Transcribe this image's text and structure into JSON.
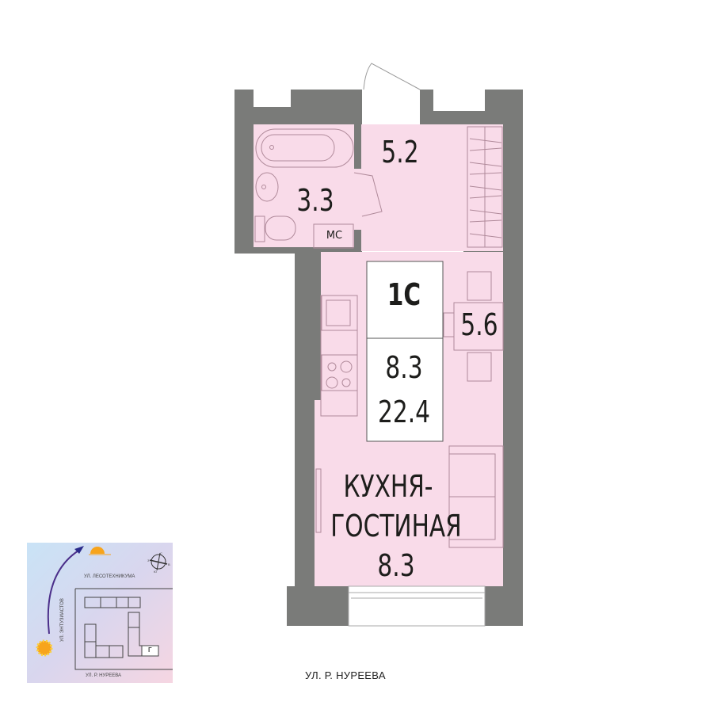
{
  "plan": {
    "type_label": "1С",
    "living_area": "8.3",
    "total_area": "22.4",
    "rooms": {
      "bathroom_area": "3.3",
      "hall_area": "5.2",
      "dining_area": "5.6",
      "kitchen_living_name_line1": "КУХНЯ-",
      "kitchen_living_name_line2": "ГОСТИНАЯ",
      "kitchen_living_area": "8.3",
      "utility_label": "МС"
    },
    "street_label": "УЛ. Р. НУРЕЕВА"
  },
  "minimap": {
    "street_top": "УЛ. ЛЕСОТЕХНИКУМА",
    "street_left": "УЛ. ЭНТУЗИАСТОВ",
    "street_bottom": "УЛ. Р. НУРЕЕВА",
    "section_label": "Г",
    "compass": {
      "n": "С",
      "s": "Ю",
      "e": "В",
      "w": "З"
    }
  },
  "colors": {
    "wall": "#7a7b79",
    "room": "#f9dbe9",
    "line": "#8a8a8a"
  }
}
